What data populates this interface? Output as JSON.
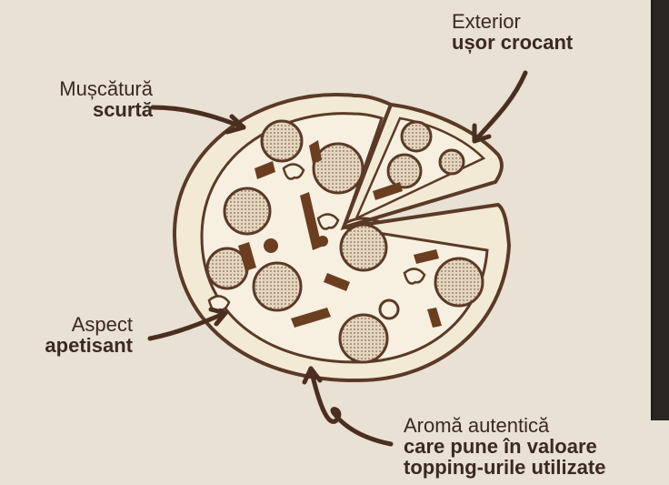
{
  "labels": {
    "muscatura": {
      "line1": "Mușcătură",
      "line2": "scurtă"
    },
    "exterior": {
      "line1": "Exterior",
      "line2": "ușor crocant"
    },
    "aspect": {
      "line1": "Aspect",
      "line2": "apetisant"
    },
    "aroma": {
      "line1": "Aromă autentică",
      "line2": "care pune în valoare",
      "line3": "topping-urile utilizate"
    }
  },
  "colors": {
    "background": "#e9e1d3",
    "ink": "#5a3a26",
    "dough": "#f3ead6",
    "pepperoni": "#d9c9b4",
    "sauce": "#6b3e20"
  }
}
